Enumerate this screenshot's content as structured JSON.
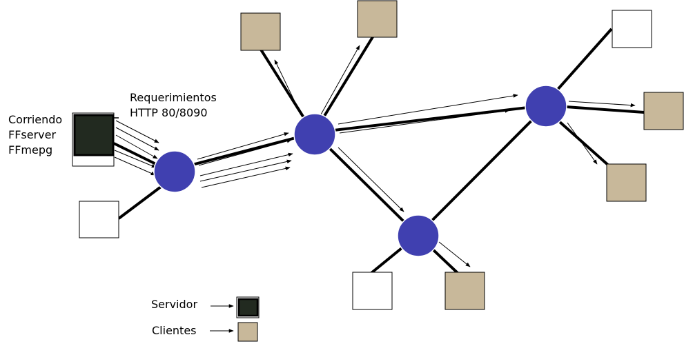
{
  "server_label": {
    "line1": "Corriendo",
    "line2": "FFserver",
    "line3": "FFmepg"
  },
  "request_label": {
    "line1": "Requerimientos",
    "line2": "HTTP  80/8090"
  },
  "legend": {
    "server": "Servidor",
    "clients": "Clientes"
  },
  "colors": {
    "router": "#4040b0",
    "server": "#222a20",
    "client_active": "#c8b89a",
    "client_idle": "#ffffff"
  }
}
